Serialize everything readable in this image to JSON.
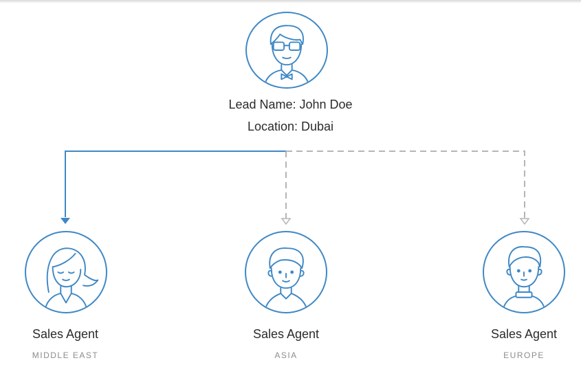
{
  "lead": {
    "name_line": "Lead Name: John Doe",
    "location_line": "Location: Dubai"
  },
  "agents": [
    {
      "title": "Sales Agent",
      "region": "MIDDLE EAST",
      "assigned": true
    },
    {
      "title": "Sales Agent",
      "region": "ASIA",
      "assigned": false
    },
    {
      "title": "Sales Agent",
      "region": "EUROPE",
      "assigned": false
    }
  ],
  "colors": {
    "accent": "#3f88c5",
    "dashed": "#b5b5b5",
    "text": "#2b2b2b",
    "muted": "#8c8c8c"
  }
}
